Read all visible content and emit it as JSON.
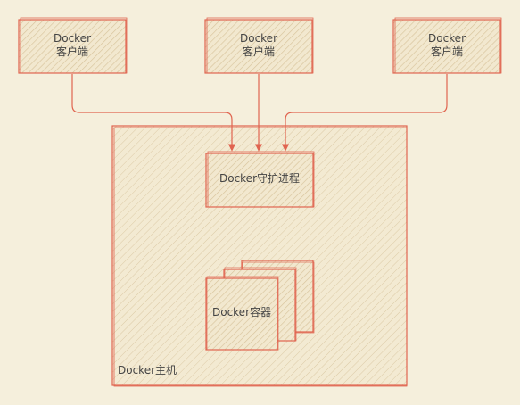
{
  "colors": {
    "background": "#f5efdc",
    "stroke": "#e0644f",
    "hatch": "#d9c6a0",
    "text": "#444444"
  },
  "clients": [
    {
      "line1": "Docker",
      "line2": "客户端"
    },
    {
      "line1": "Docker",
      "line2": "客户端"
    },
    {
      "line1": "Docker",
      "line2": "客户端"
    }
  ],
  "daemon": {
    "label": "Docker守护进程"
  },
  "container": {
    "label": "Docker容器"
  },
  "host": {
    "label": "Docker主机"
  }
}
